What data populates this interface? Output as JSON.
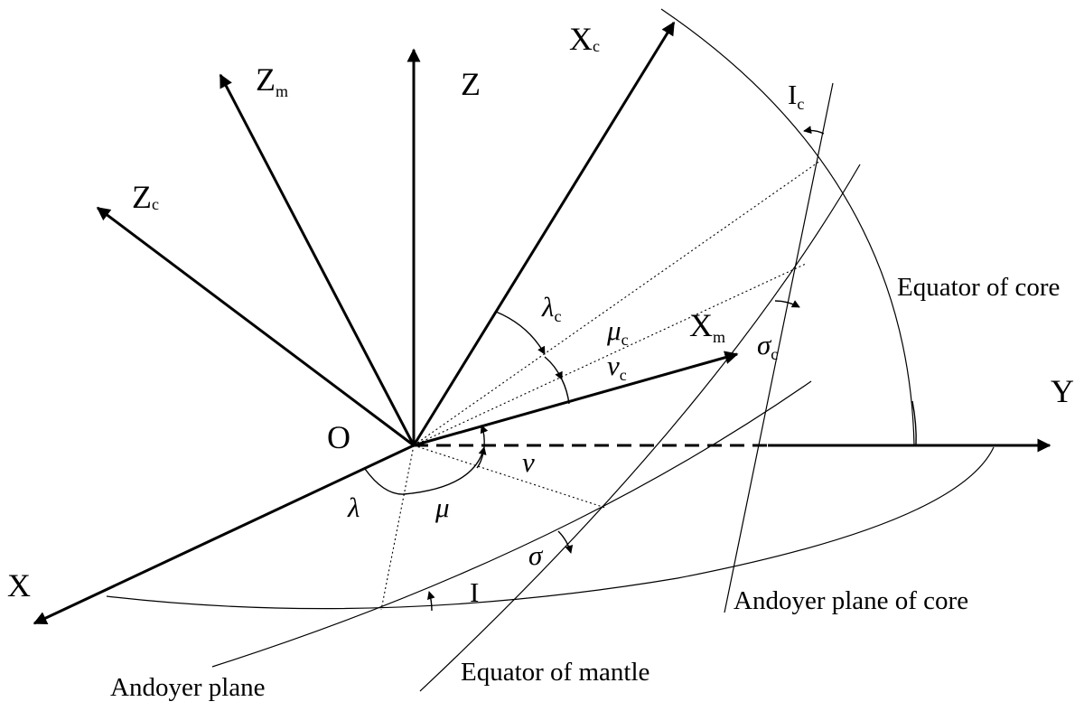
{
  "axes": {
    "x": "X",
    "y": "Y",
    "z": "Z",
    "xc": "X",
    "xc_sub": "c",
    "zc": "Z",
    "zc_sub": "c",
    "zm": "Z",
    "zm_sub": "m",
    "xm": "X",
    "xm_sub": "m",
    "origin": "O"
  },
  "angles": {
    "lambda": "λ",
    "mu": "μ",
    "nu": "ν",
    "sigma": "σ",
    "I": "I",
    "lambda_c": "λ",
    "mu_c": "μ",
    "nu_c": "ν",
    "sigma_c": "σ",
    "I_c": "I",
    "c_sub": "c"
  },
  "planes": {
    "equator_core": "Equator of core",
    "equator_mantle": "Equator of mantle",
    "andoyer_plane": "Andoyer plane",
    "andoyer_plane_core": "Andoyer plane of core"
  }
}
